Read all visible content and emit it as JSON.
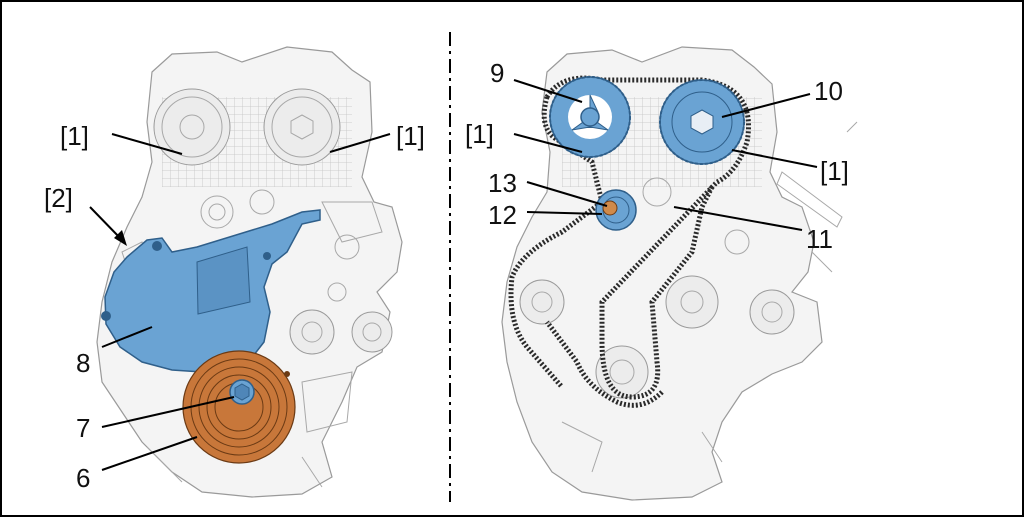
{
  "callouts": {
    "left": {
      "ref1_left": "[1]",
      "ref1_right": "[1]",
      "ref2": "[2]",
      "n8": "8",
      "n7": "7",
      "n6": "6"
    },
    "right": {
      "n9": "9",
      "n10": "10",
      "ref1_upper_left": "[1]",
      "ref1_lower_right": "[1]",
      "n13": "13",
      "n12": "12",
      "n11": "11"
    }
  },
  "colors": {
    "cover": "#6aa3d3",
    "sprocket": "#6aa3d3",
    "crank_pulley": "#c8773a",
    "belt": "#2a2a2a",
    "divider": "#000000"
  }
}
